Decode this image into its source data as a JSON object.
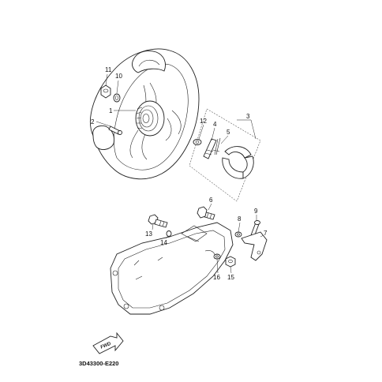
{
  "diagram_code": "3D43300-E220",
  "fwd_label": "FWD",
  "callouts": [
    {
      "id": "c1",
      "text": "1"
    },
    {
      "id": "c2",
      "text": "2"
    },
    {
      "id": "c3",
      "text": "3"
    },
    {
      "id": "c4",
      "text": "4"
    },
    {
      "id": "c5",
      "text": "5"
    },
    {
      "id": "c6",
      "text": "6"
    },
    {
      "id": "c7",
      "text": "7"
    },
    {
      "id": "c8",
      "text": "8"
    },
    {
      "id": "c9",
      "text": "9"
    },
    {
      "id": "c10",
      "text": "10"
    },
    {
      "id": "c11",
      "text": "11"
    },
    {
      "id": "c12",
      "text": "12"
    },
    {
      "id": "c13",
      "text": "13"
    },
    {
      "id": "c14",
      "text": "14"
    },
    {
      "id": "c15",
      "text": "15"
    },
    {
      "id": "c16",
      "text": "16"
    }
  ]
}
